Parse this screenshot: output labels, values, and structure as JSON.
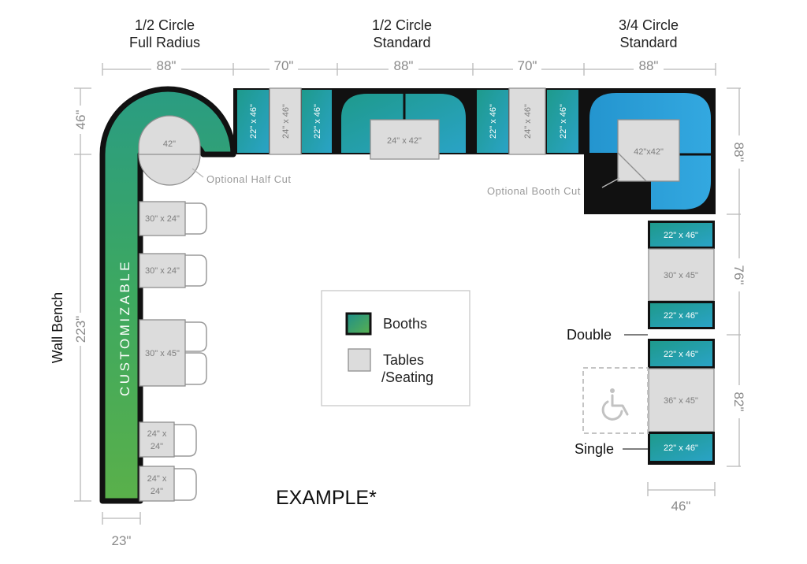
{
  "headers": {
    "full_radius_line1": "1/2 Circle",
    "full_radius_line2": "Full Radius",
    "half_standard_line1": "1/2 Circle",
    "half_standard_line2": "Standard",
    "three_quarter_line1": "3/4 Circle",
    "three_quarter_line2": "Standard"
  },
  "dimensions": {
    "top": [
      "88\"",
      "70\"",
      "88\"",
      "70\"",
      "88\""
    ],
    "left_top": "46\"",
    "left_main": "223\"",
    "bottom_left": "23\"",
    "right_top": "88\"",
    "right_mid": "76\"",
    "right_low": "82\"",
    "bottom_right": "46\""
  },
  "booths": {
    "b1": "22\" x 46\"",
    "b2": "22\" x 46\"",
    "b3": "22\" x 46\"",
    "b4": "22\" x 46\"",
    "r1": "22\" x 46\"",
    "r2": "22\" x 46\"",
    "r3": "22\" x 46\"",
    "r4": "22\" x 46\""
  },
  "tables": {
    "round": "42\"",
    "top_a": "24\" x 46\"",
    "top_b": "24\" x 42\"",
    "top_c": "24\" x 46\"",
    "corner": "42\"x42\"",
    "left1": "30\" x 24\"",
    "left2": "30\" x 24\"",
    "left3": "30\" x 45\"",
    "left4_line1": "24\" x",
    "left4_line2": "24\"",
    "left5_line1": "24\" x",
    "left5_line2": "24\"",
    "right1": "30\" x 45\"",
    "right2": "36\" x 45\""
  },
  "notes": {
    "half_cut": "Optional Half Cut",
    "booth_cut": "Optional Booth Cut"
  },
  "labels": {
    "customizable": "CUSTOMIZABLE",
    "wall_bench": "Wall Bench",
    "double": "Double",
    "single": "Single",
    "example": "EXAMPLE*"
  },
  "legend": {
    "booths": "Booths",
    "tables_line1": "Tables",
    "tables_line2": "/Seating"
  },
  "icons": {
    "accessible": "wheelchair-icon"
  },
  "colors": {
    "booth_outline": "#111111",
    "booth_teal": "#1e9e9a",
    "booth_blue": "#2aa3d9",
    "bench_green": "#5ab04a",
    "table_gray": "#dcdcdc"
  }
}
